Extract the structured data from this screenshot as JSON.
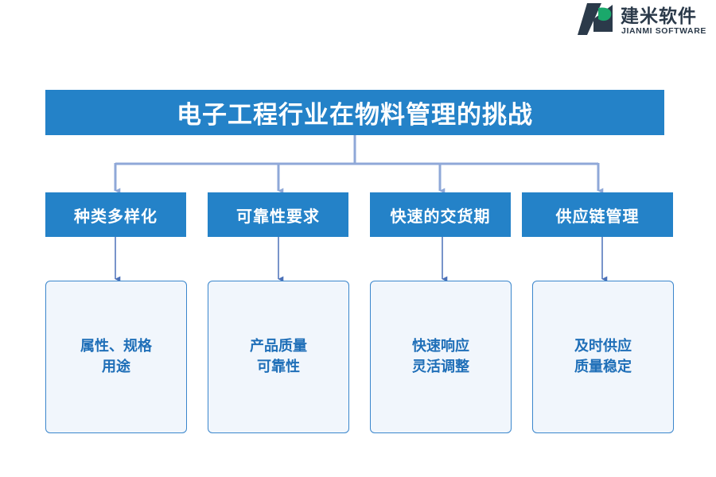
{
  "logo": {
    "name": "建米软件",
    "subtitle": "JIANMI SOFTWARE",
    "icon": "jianmi-logo-icon",
    "colors": {
      "dark": "#2b3a4a",
      "green": "#1aa86b"
    }
  },
  "diagram": {
    "title": "电子工程行业在物料管理的挑战",
    "categories": [
      {
        "label": "种类多样化",
        "details": [
          "属性、规格",
          "用途"
        ]
      },
      {
        "label": "可靠性要求",
        "details": [
          "产品质量",
          "可靠性"
        ]
      },
      {
        "label": "快速的交货期",
        "details": [
          "快速响应",
          "灵活调整"
        ]
      },
      {
        "label": "供应链管理",
        "details": [
          "及时供应",
          "质量稳定"
        ]
      }
    ]
  },
  "colors": {
    "box_fill": "#2482c8",
    "connector": "#8fa8d8",
    "detail_border": "#3a86cc",
    "detail_fill": "#f1f6fc",
    "detail_text": "#1f6fb8"
  }
}
